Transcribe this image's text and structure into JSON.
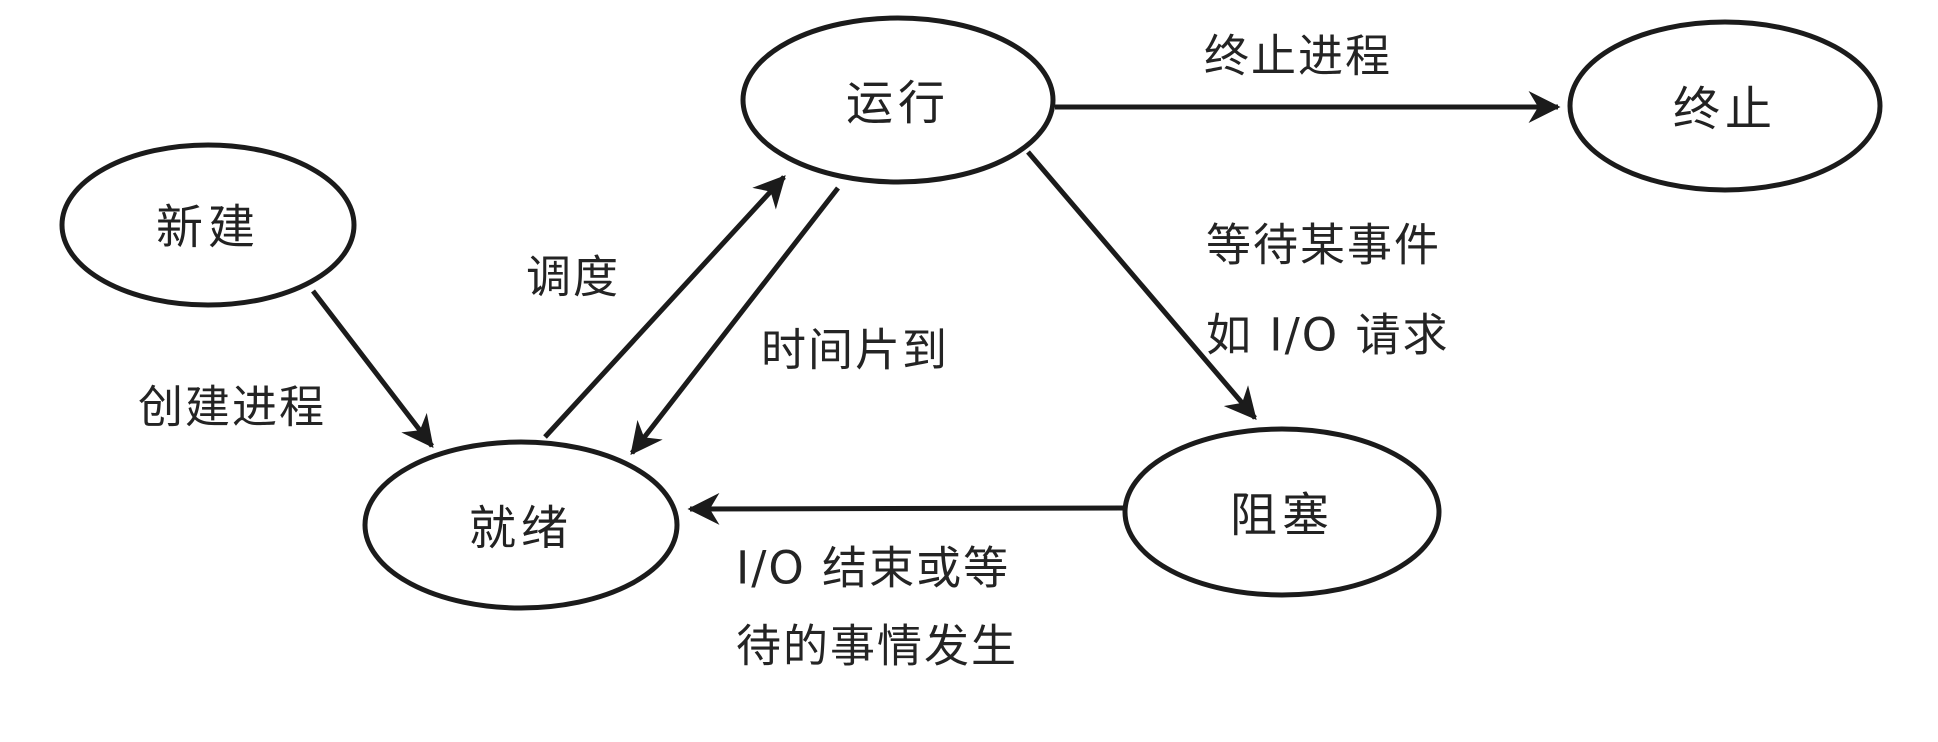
{
  "diagram": {
    "background_color": "#ffffff",
    "line_color": "#1b1b1b",
    "text_color": "#242424",
    "nodes": {
      "new": {
        "label": "新建"
      },
      "running": {
        "label": "运行"
      },
      "terminated": {
        "label": "终止"
      },
      "ready": {
        "label": "就绪"
      },
      "blocked": {
        "label": "阻塞"
      }
    },
    "edges": {
      "create": {
        "label": "创建进程"
      },
      "schedule": {
        "label": "调度"
      },
      "timeslice": {
        "label": "时间片到"
      },
      "terminate": {
        "label": "终止进程"
      },
      "wait": {
        "label_line1": "等待某事件",
        "label_line2": "如 I/O 请求"
      },
      "io_done": {
        "label_line1": "I/O 结束或等",
        "label_line2": "待的事情发生"
      }
    }
  }
}
